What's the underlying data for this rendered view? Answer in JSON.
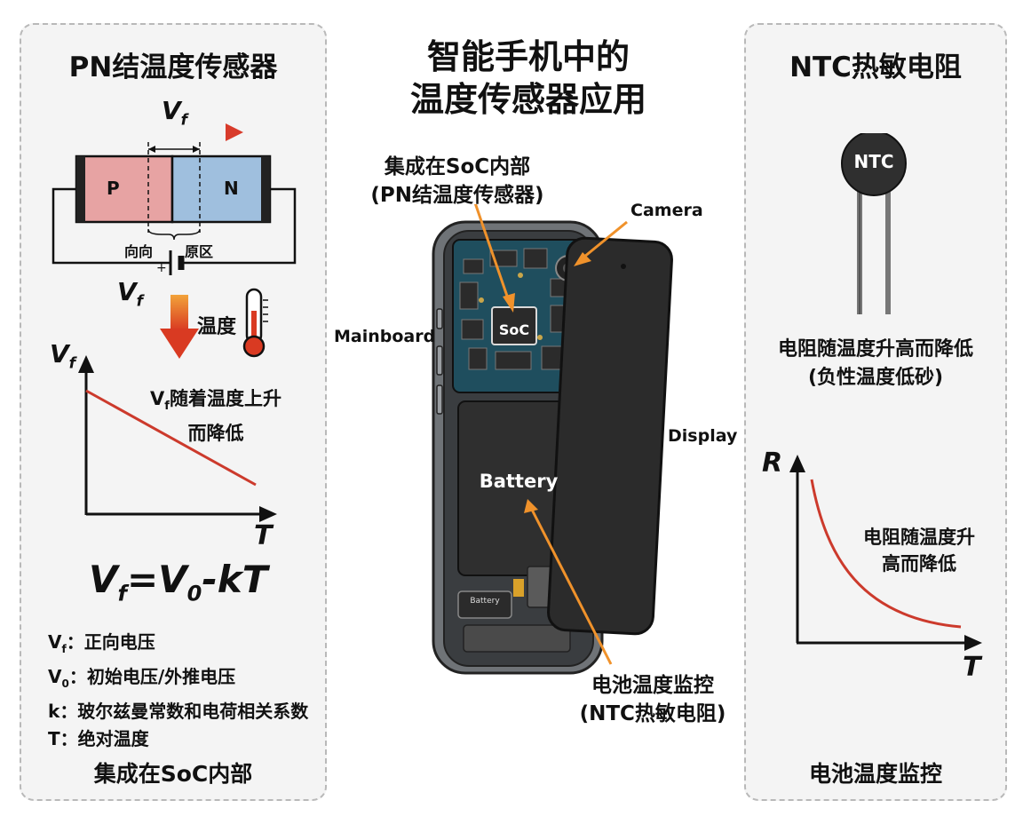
{
  "title": {
    "line1": "智能手机中的",
    "line2": "温度传感器应用"
  },
  "left": {
    "heading": "PN结温度传感器",
    "vf_arrow_label": "V",
    "vf_sub": "f",
    "p_label": "P",
    "n_label": "N",
    "region_left": "向向",
    "region_right": "原区",
    "battery_vf": "V",
    "battery_vf_sub": "f",
    "plus_sign": "+",
    "temp_label": "温度",
    "graph": {
      "ylabel": "V",
      "ylabel_sub": "f",
      "xlabel": "T",
      "note_a": "V",
      "note_sub": "f",
      "note_b": "随着温度上升",
      "note_line2": "而降低"
    },
    "formula": {
      "a": "V",
      "a_sub": "f",
      "eq": "=V",
      "b_sub": "0",
      "c": "-kT"
    },
    "defs": [
      {
        "sym": "V",
        "sub": "f",
        "text": "：正向电压"
      },
      {
        "sym": "V",
        "sub": "0",
        "text": "：初始电压/外推电压"
      },
      {
        "sym": "k",
        "sub": "",
        "text": "：玻尔兹曼常数和电荷相关系数"
      },
      {
        "sym": "T",
        "sub": "",
        "text": "：绝对温度"
      }
    ],
    "footer": "集成在SoC内部"
  },
  "center": {
    "soc_callout_line1": "集成在SoC内部",
    "soc_callout_line2": "(PN结温度传感器)",
    "camera": "Camera",
    "mainboard": "Mainboard",
    "soc": "SoC",
    "display": "Display",
    "battery": "Battery",
    "battery_small": "Battery",
    "battery_callout_line1": "电池温度监控",
    "battery_callout_line2": "(NTC热敏电阻)"
  },
  "right": {
    "heading": "NTC热敏电阻",
    "ntc_label": "NTC",
    "desc_line1": "电阻随温度升高而降低",
    "desc_line2": "(负性温度低砂)",
    "graph": {
      "ylabel": "R",
      "xlabel": "T",
      "note_line1": "电阻随温度升",
      "note_line2": "高而降低"
    },
    "footer": "电池温度监控"
  },
  "colors": {
    "p_region": "#e7a3a3",
    "n_region": "#9fbfde",
    "curve_red": "#cc3a2c",
    "callout_orange": "#f0922b",
    "board_teal": "#1f4e5e",
    "phone_dark": "#2b2b2b"
  }
}
